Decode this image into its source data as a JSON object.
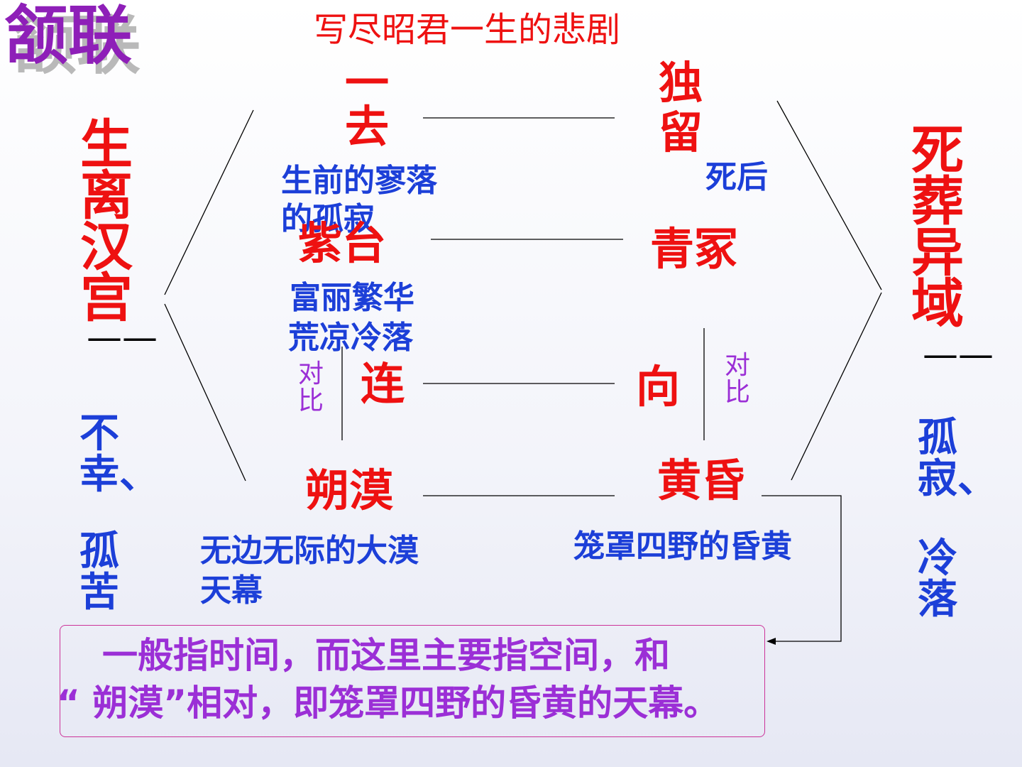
{
  "title": "颔联",
  "subtitle": "写尽昭君一生的悲剧",
  "left_theme": {
    "heading": "生离汉宫",
    "dash": "——",
    "result": "不幸、孤苦"
  },
  "right_theme": {
    "heading": "死葬异域",
    "dash": "——",
    "result": "孤寂、冷落"
  },
  "pairs": [
    {
      "left": "一去",
      "left_note": "生前的寥落的孤寂",
      "right": "独留",
      "right_note": "死后"
    },
    {
      "left": "紫台",
      "left_note_1": "富丽繁华",
      "left_note_2": "荒凉冷落",
      "right": "青冢"
    },
    {
      "left": "连",
      "right": "向",
      "contrast_left": "对比",
      "contrast_right": "对比"
    },
    {
      "left": "朔漠",
      "left_note": "无边无际的大漠天幕",
      "right": "黄昏",
      "right_note": "笼罩四野的昏黄"
    }
  ],
  "note": {
    "line1": "一般指时间，而这里主要指空间，和",
    "line2": "“ 朔漠”相对，即笼罩四野的昏黄的天幕。"
  },
  "colors": {
    "key": "#ee1111",
    "gloss": "#1c3fd8",
    "title": "#8e1fb8",
    "note": "#9b2fd6",
    "note_border": "#cc3399"
  }
}
